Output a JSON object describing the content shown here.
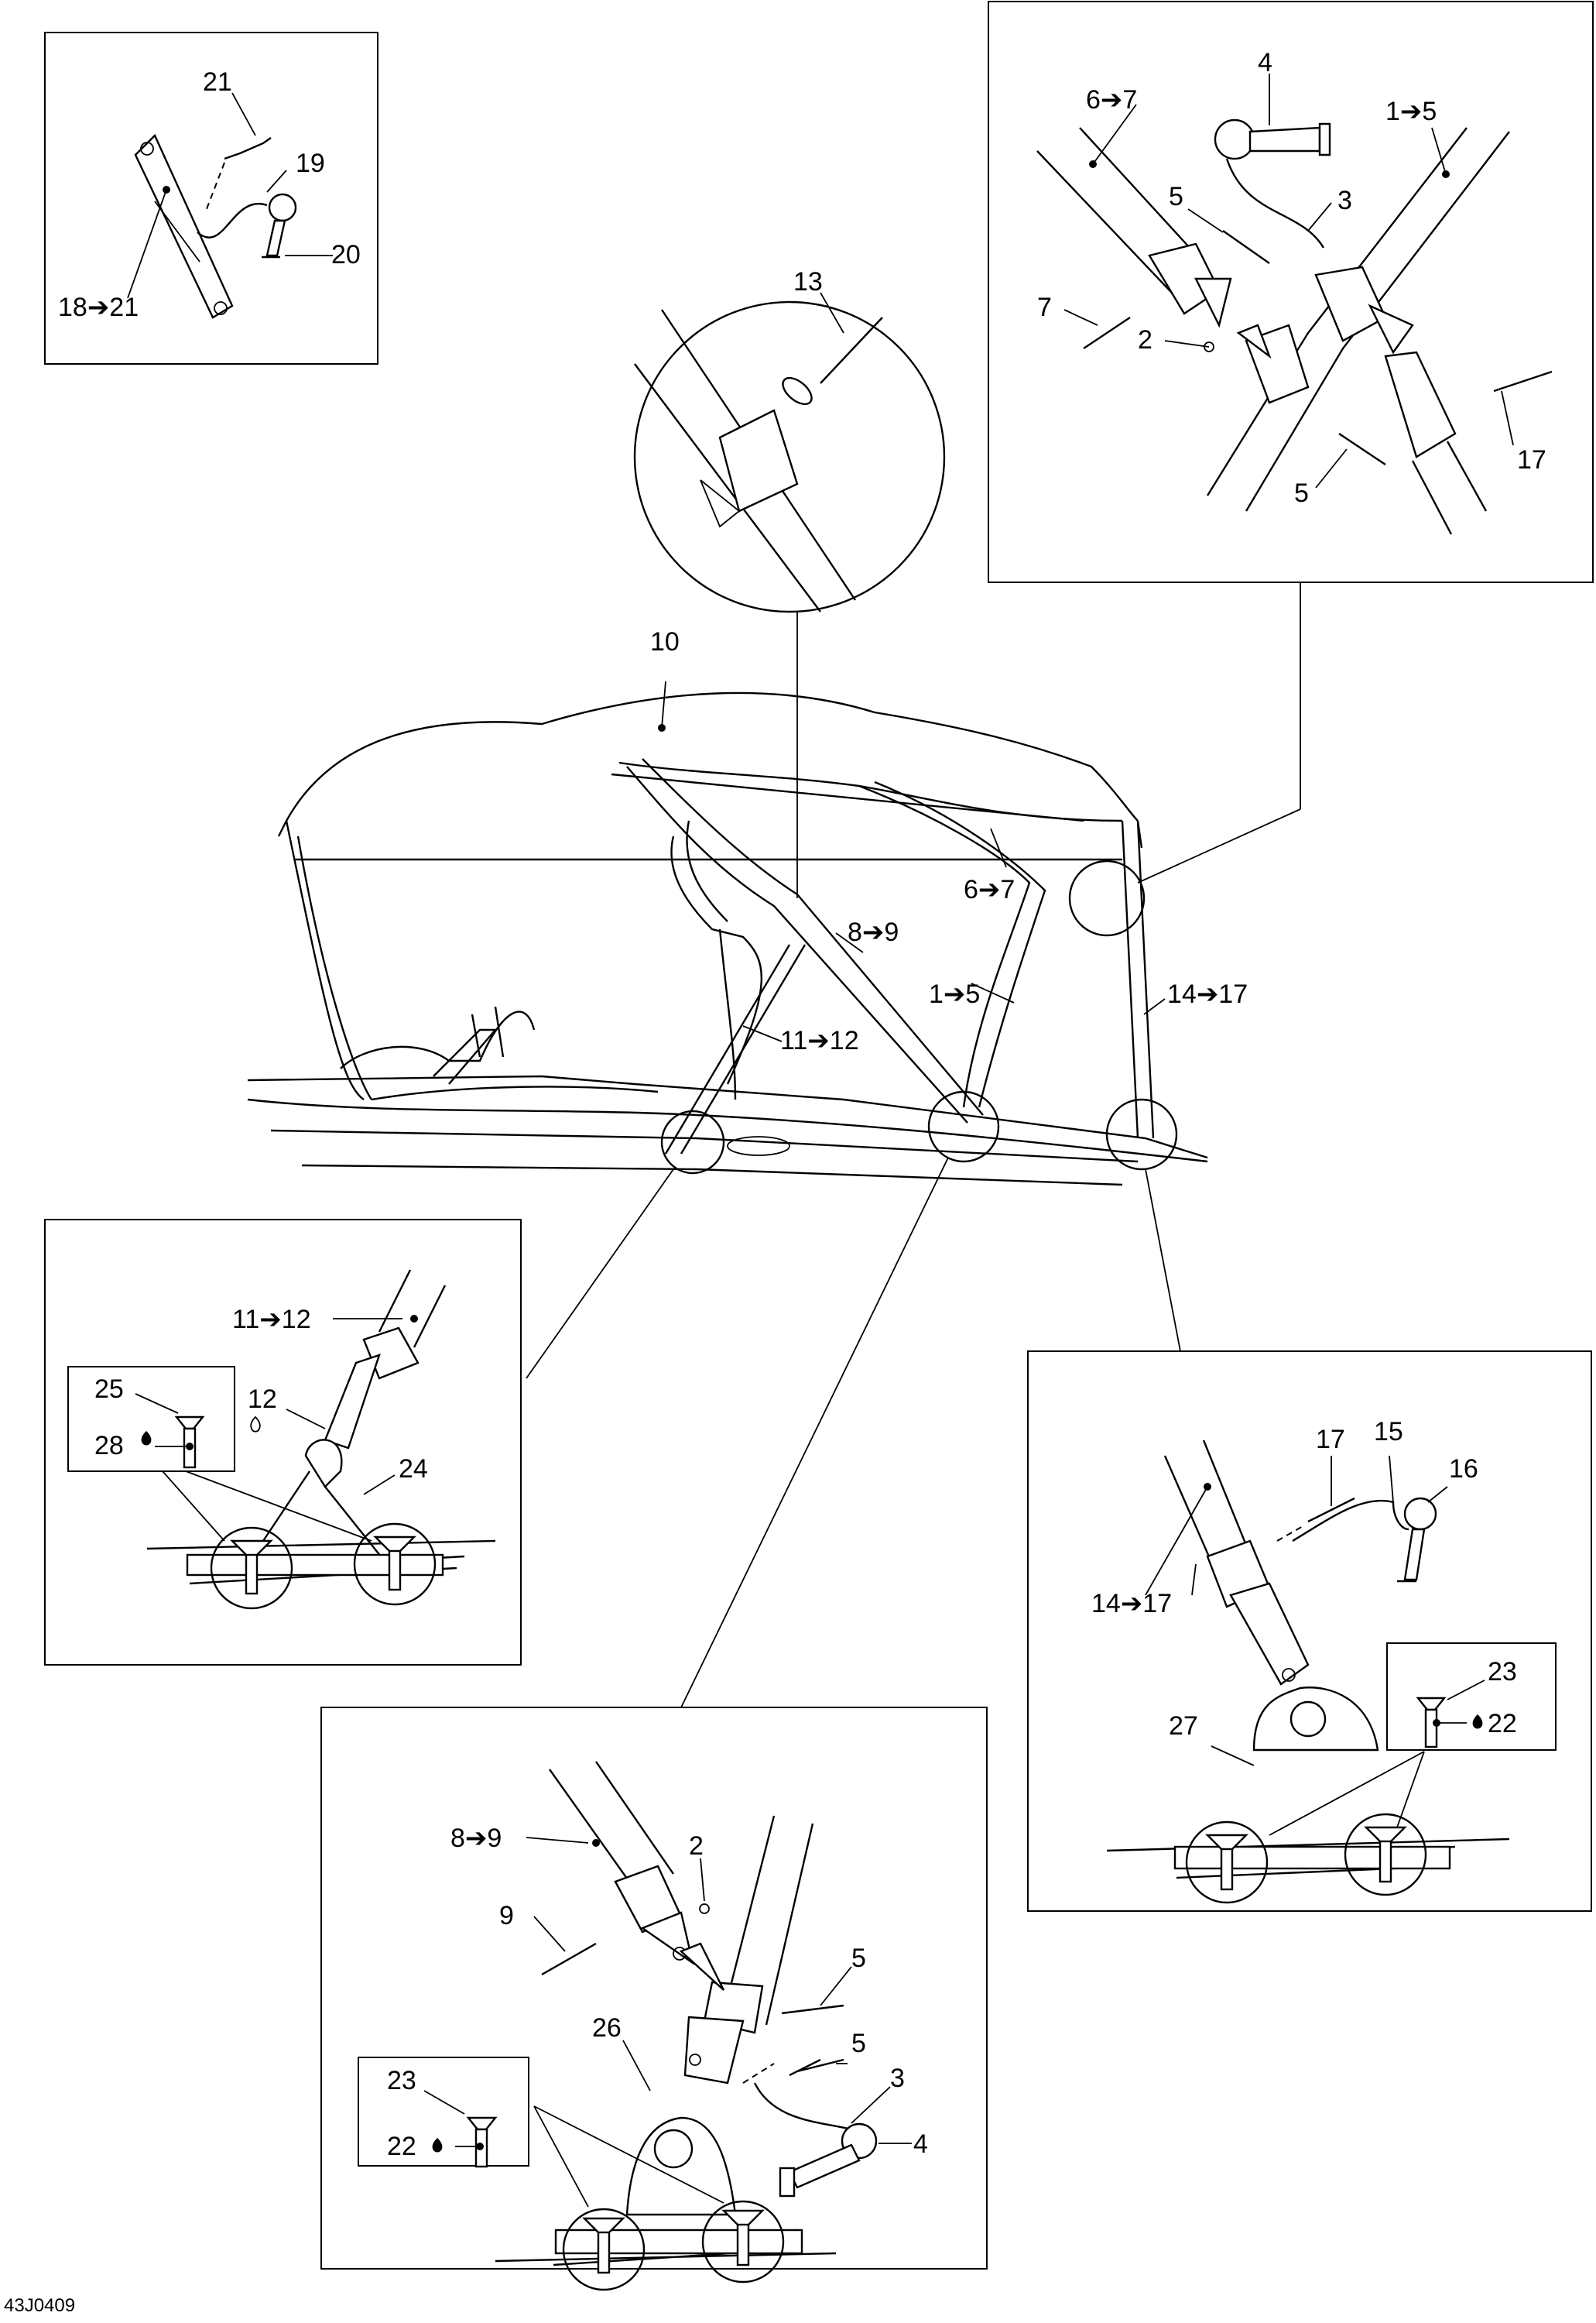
{
  "diagram_code": "43J0409",
  "callouts": {
    "tl_21": "21",
    "tl_19": "19",
    "tl_20": "20",
    "tl_18_21": "18➔21",
    "dt_13": "13",
    "tr_4": "4",
    "tr_6_7": "6➔7",
    "tr_1_5": "1➔5",
    "tr_5a": "5",
    "tr_3": "3",
    "tr_7": "7",
    "tr_2": "2",
    "tr_17": "17",
    "tr_5b": "5",
    "m_10": "10",
    "m_6_7": "6➔7",
    "m_8_9": "8➔9",
    "m_1_5": "1➔5",
    "m_14_17": "14➔17",
    "m_11_12": "11➔12",
    "ml_11_12": "11➔12",
    "ml_25": "25",
    "ml_28": "28",
    "ml_12": "12",
    "ml_24": "24",
    "mr_17": "17",
    "mr_15": "15",
    "mr_16": "16",
    "mr_14_17": "14➔17",
    "mr_23": "23",
    "mr_22": "22",
    "mr_27": "27",
    "b_8_9": "8➔9",
    "b_2": "2",
    "b_9": "9",
    "b_5a": "5",
    "b_26": "26",
    "b_5b": "5",
    "b_3": "3",
    "b_23": "23",
    "b_22": "22",
    "b_4": "4"
  }
}
